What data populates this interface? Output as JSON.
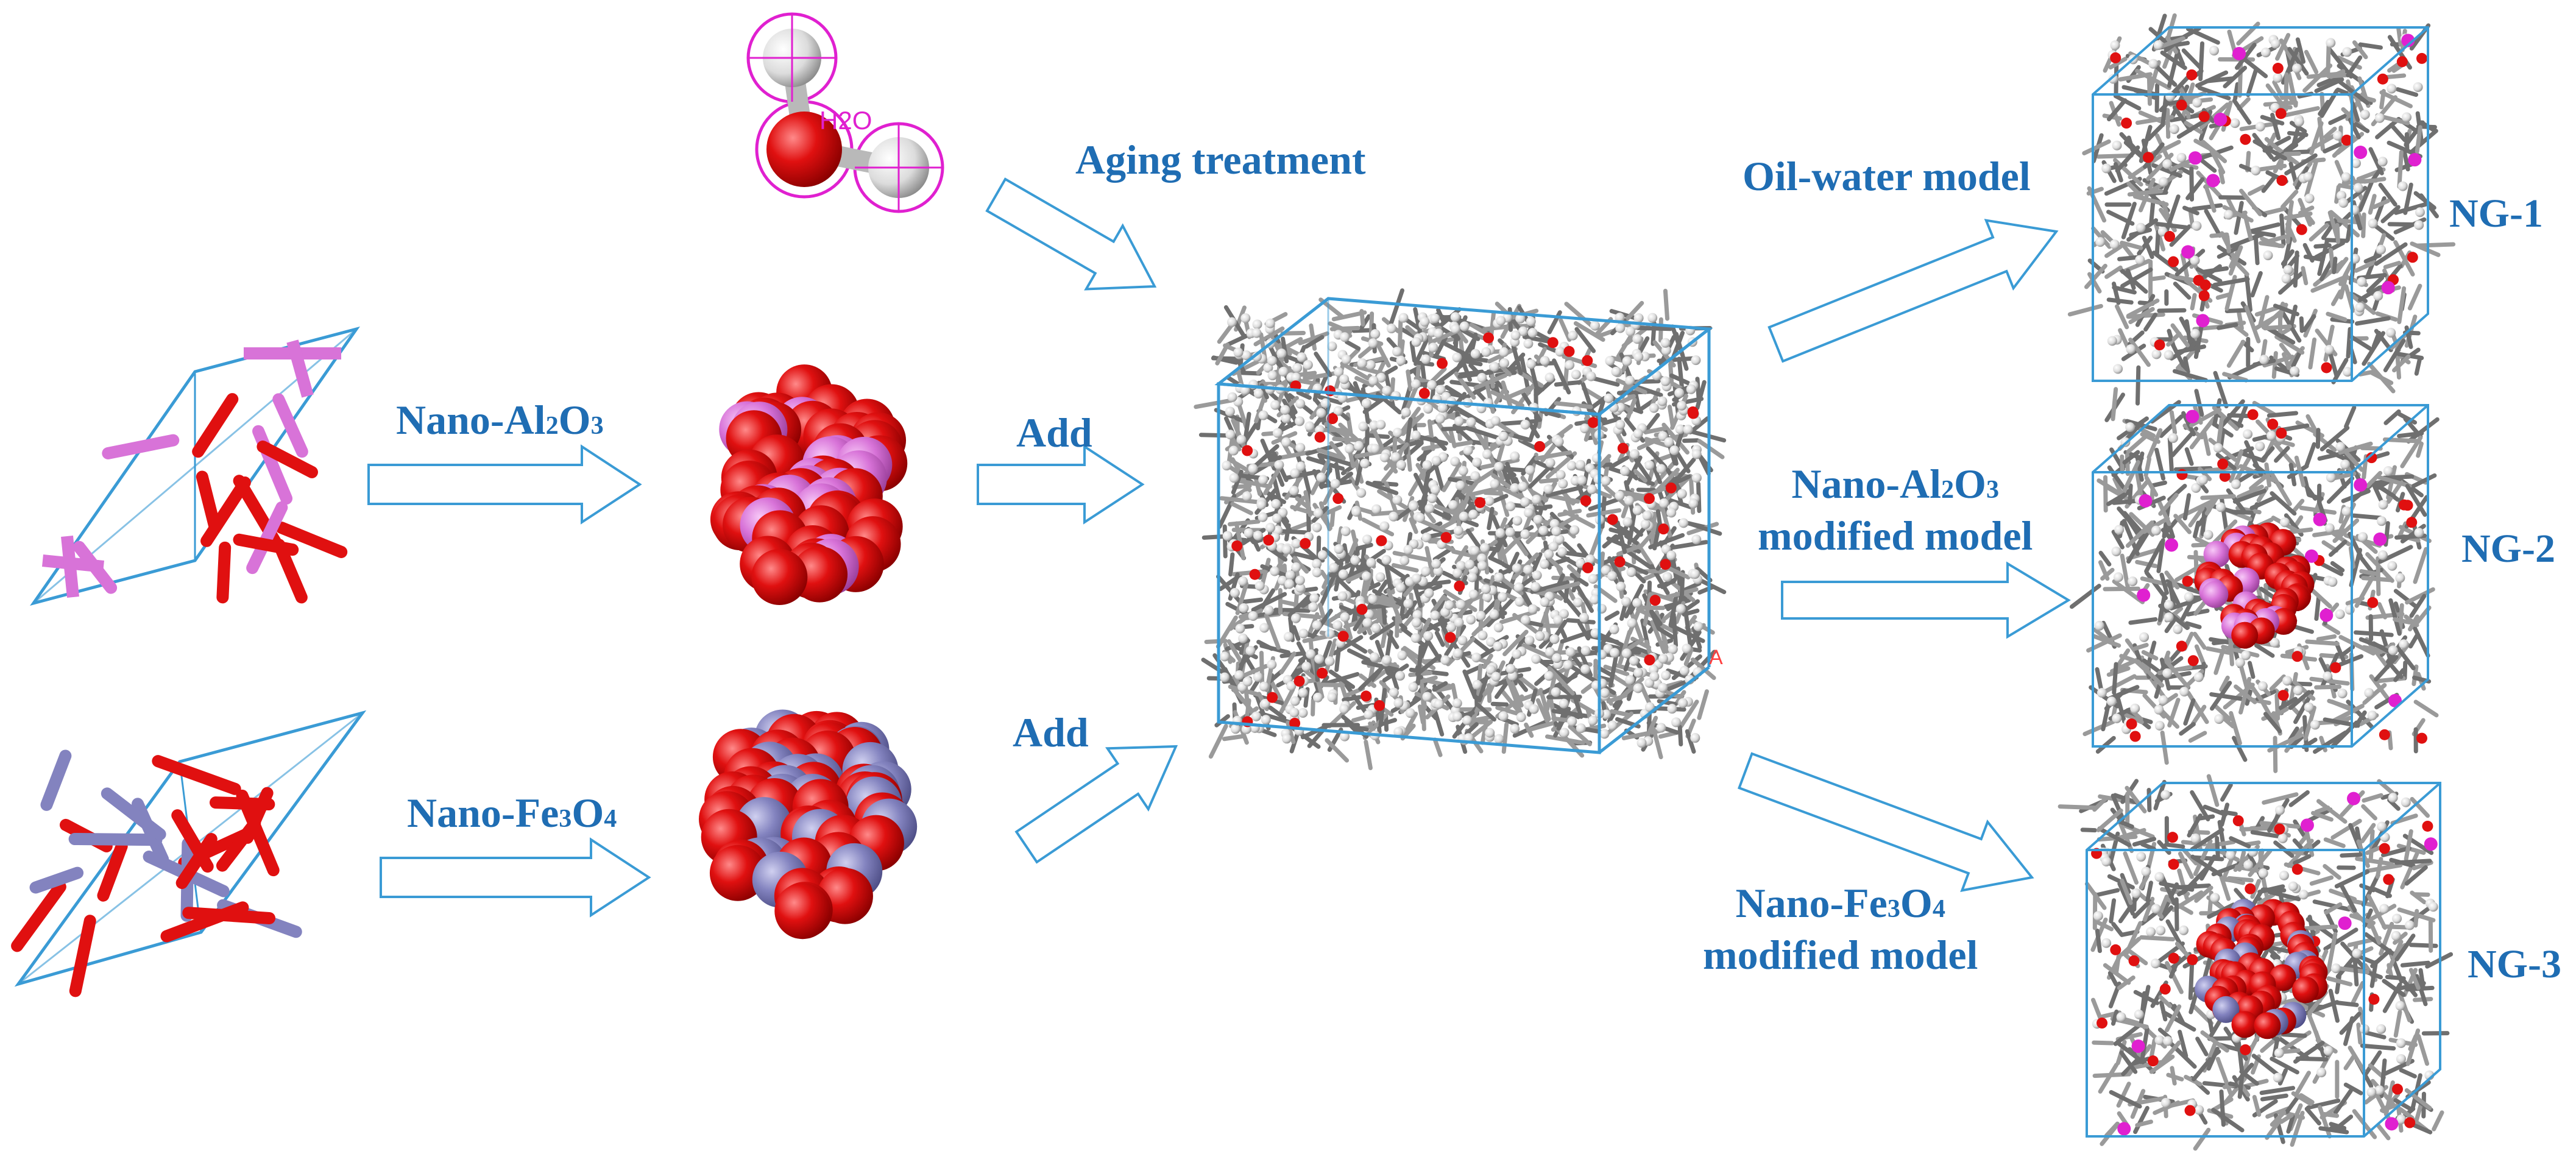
{
  "labels": {
    "aging": "Aging treatment",
    "nano_al2o3": {
      "a": "Nano-Al",
      "b": "2",
      "c": "O",
      "d": "3"
    },
    "nano_fe3o4": {
      "a": "Nano-Fe",
      "b": "3",
      "c": "O",
      "d": "4"
    },
    "add_top": "Add",
    "add_bottom": "Add",
    "oil_water_model": "Oil-water model",
    "al_model": {
      "a": "Nano-Al",
      "b": "2",
      "c": "O",
      "d": "3",
      "e": "modified model"
    },
    "fe_model": {
      "a": "Nano-Fe",
      "b": "3",
      "c": "O",
      "d": "4",
      "e": "modified model"
    },
    "ng1": "NG-1",
    "ng2": "NG-2",
    "ng3": "NG-3",
    "water_tag": "H2O",
    "axis_a": "A"
  },
  "colors": {
    "label_blue": "#1f6db3",
    "box_blue": "#3a9bd5",
    "oxygen_red": "#e01010",
    "aluminum_pink": "#d873d8",
    "iron_purple": "#8383bf",
    "hydrogen_white": "#e8e8e8",
    "carbon_gray": "#7a7a7a",
    "highlight_magenta": "#e020d0"
  },
  "icons": [
    "water-molecule-icon",
    "al2o3-crystal-cell-icon",
    "fe3o4-crystal-cell-icon",
    "al2o3-nanocluster-icon",
    "fe3o4-nanocluster-icon",
    "aged-asphalt-box-icon",
    "ng1-box-icon",
    "ng2-box-icon",
    "ng3-box-icon",
    "hollow-arrow-icon"
  ]
}
